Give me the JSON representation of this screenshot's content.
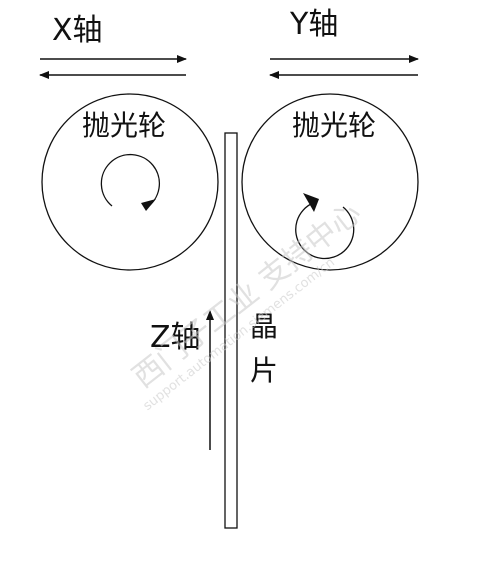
{
  "axes": {
    "x_label": "X轴",
    "y_label": "Y轴",
    "z_label": "Z轴"
  },
  "wheels": {
    "left_label": "抛光轮",
    "right_label": "抛光轮"
  },
  "wafer": {
    "label_chars": [
      "晶",
      "片"
    ]
  },
  "watermark": {
    "line1": "西门子工业 支持中心",
    "line2": "support.automation.siemens.com/cn"
  },
  "colors": {
    "stroke": "#111111",
    "background": "#ffffff",
    "watermark": "#c9c9c9"
  }
}
